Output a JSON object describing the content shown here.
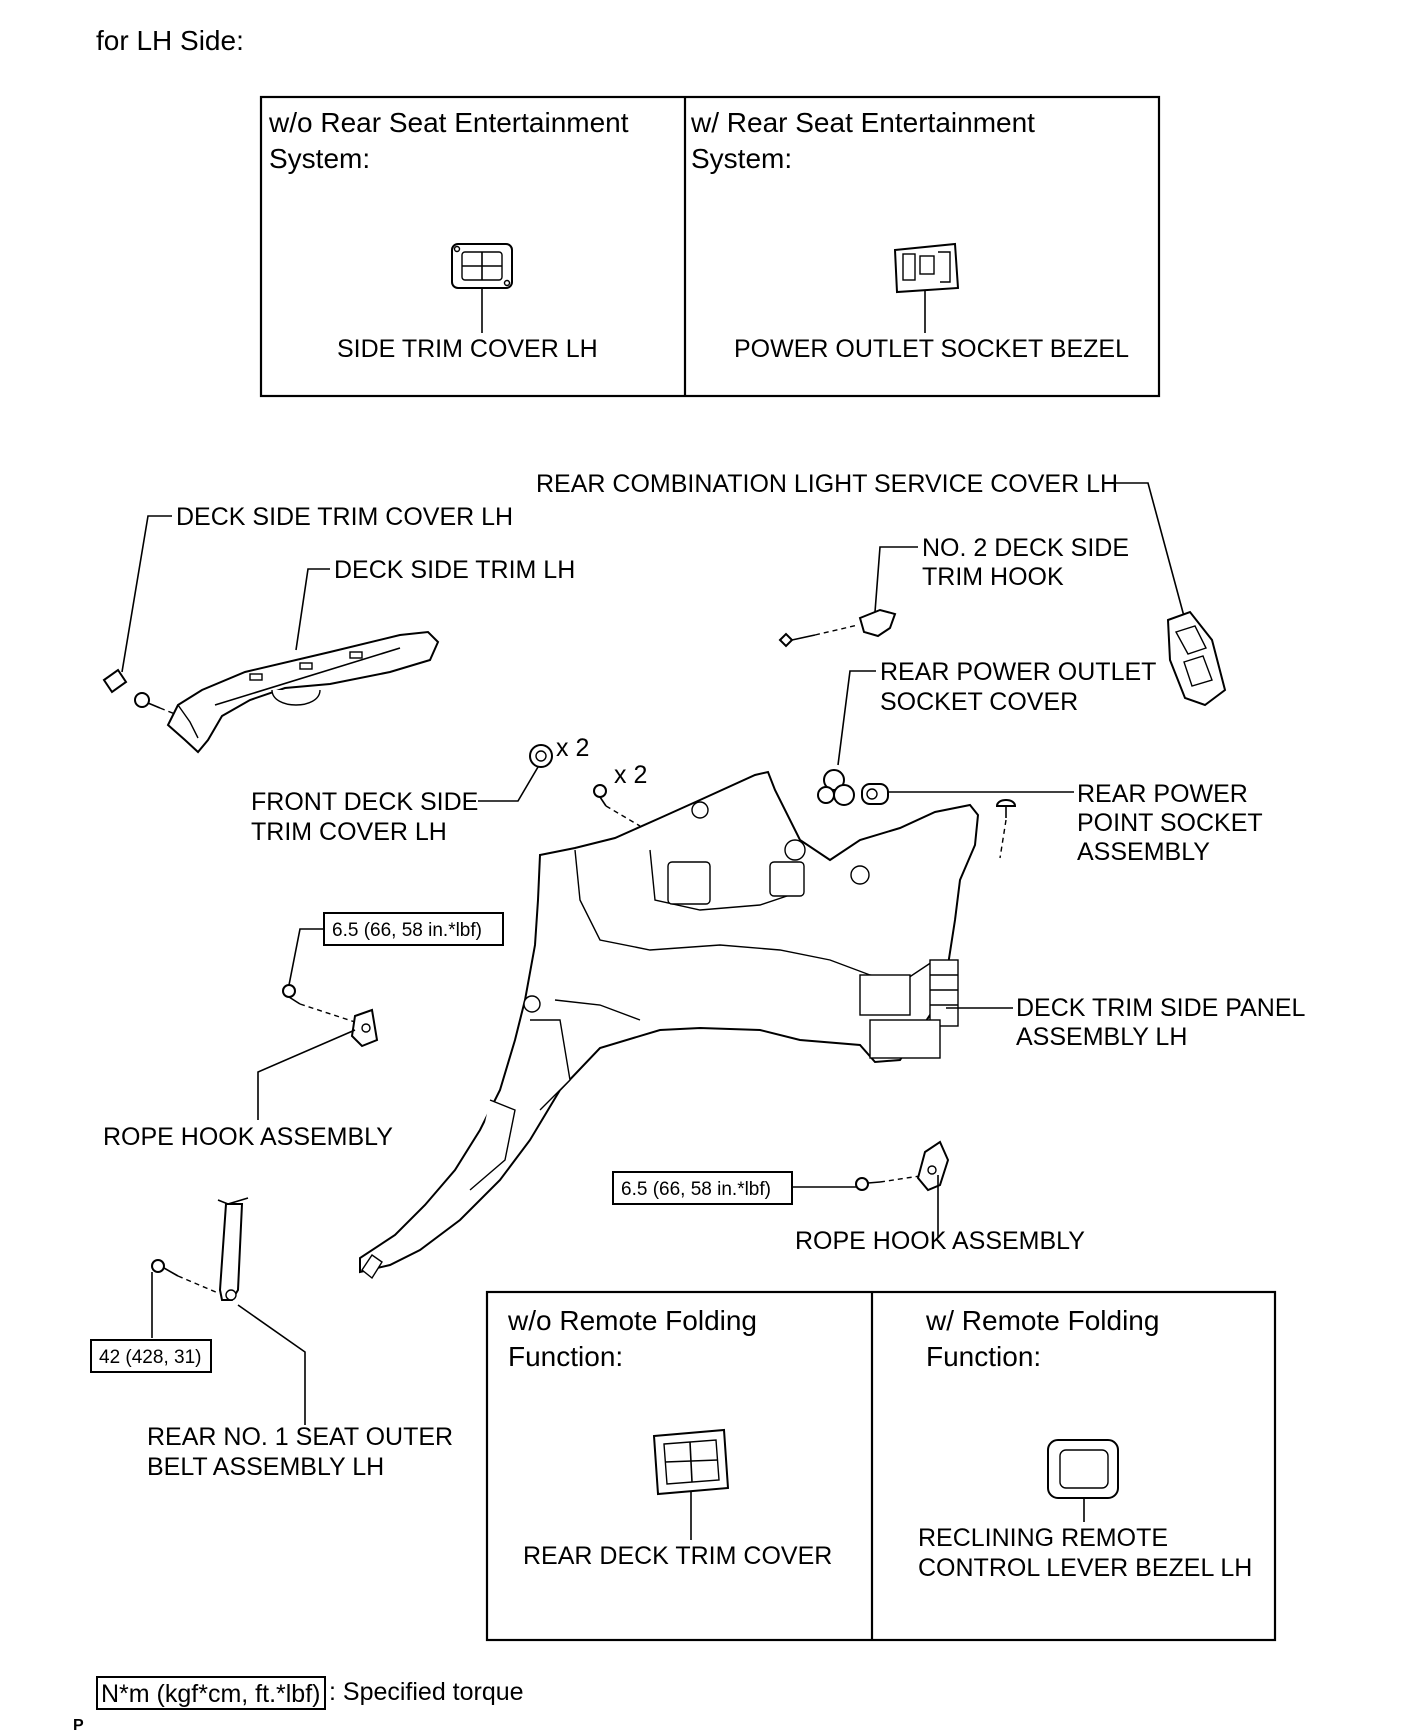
{
  "header": {
    "title": "for LH Side:"
  },
  "top_variant_box": {
    "left": {
      "heading_line1": "w/o Rear Seat Entertainment",
      "heading_line2": "System:",
      "part_label": "SIDE TRIM COVER LH"
    },
    "right": {
      "heading_line1": "w/ Rear Seat Entertainment",
      "heading_line2": "System:",
      "part_label": "POWER OUTLET SOCKET BEZEL"
    }
  },
  "parts": {
    "rear_combination_light_service_cover": "REAR COMBINATION LIGHT SERVICE COVER LH",
    "deck_side_trim_cover": "DECK SIDE TRIM COVER LH",
    "deck_side_trim": "DECK SIDE TRIM LH",
    "no2_deck_side_trim_hook_line1": "NO. 2 DECK SIDE",
    "no2_deck_side_trim_hook_line2": "TRIM HOOK",
    "rear_power_outlet_socket_cover_line1": "REAR POWER OUTLET",
    "rear_power_outlet_socket_cover_line2": "SOCKET COVER",
    "quantity_clip": "x 2",
    "quantity_screw": "x 2",
    "front_deck_side_trim_cover_line1": "FRONT DECK SIDE",
    "front_deck_side_trim_cover_line2": "TRIM COVER LH",
    "rear_power_point_socket_line1": "REAR POWER",
    "rear_power_point_socket_line2": "POINT SOCKET",
    "rear_power_point_socket_line3": "ASSEMBLY",
    "deck_trim_side_panel_line1": "DECK TRIM SIDE PANEL",
    "deck_trim_side_panel_line2": "ASSEMBLY LH",
    "rope_hook_left": "ROPE HOOK ASSEMBLY",
    "rope_hook_right": "ROPE HOOK ASSEMBLY",
    "seat_belt_line1": "REAR NO. 1 SEAT OUTER",
    "seat_belt_line2": "BELT ASSEMBLY LH"
  },
  "torques": {
    "rope_hook_left": "6.5 (66, 58 in.*lbf)",
    "rope_hook_right": "6.5 (66, 58 in.*lbf)",
    "seat_belt": "42 (428, 31)"
  },
  "bottom_variant_box": {
    "left": {
      "heading_line1": "w/o Remote Folding",
      "heading_line2": "Function:",
      "part_label": "REAR DECK TRIM COVER"
    },
    "right": {
      "heading_line1": "w/ Remote Folding",
      "heading_line2": "Function:",
      "part_label_line1": "RECLINING REMOTE",
      "part_label_line2": "CONTROL LEVER BEZEL LH"
    }
  },
  "legend": {
    "unit_box": "N*m (kgf*cm, ft.*lbf)",
    "description": ": Specified torque"
  },
  "footer": {
    "mark": "P"
  }
}
